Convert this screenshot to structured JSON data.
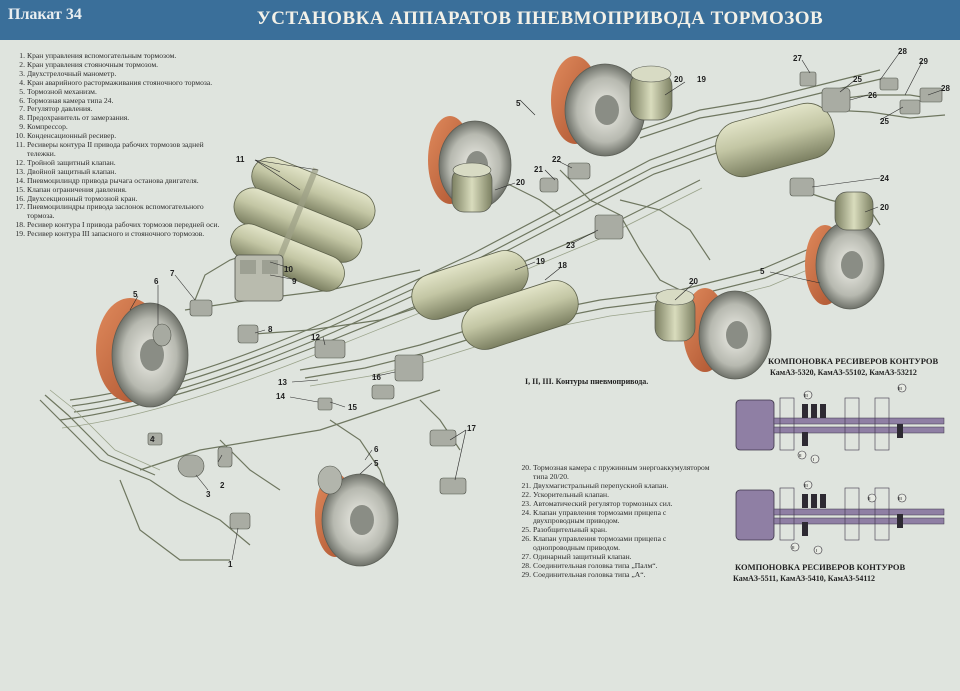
{
  "poster": {
    "number": "Плакат 34",
    "title": "УСТАНОВКА АППАРАТОВ ПНЕВМОПРИВОДА ТОРМОЗОВ"
  },
  "legend_left": [
    {
      "num": "1.",
      "text": "Кран управления вспомогательным тормозом."
    },
    {
      "num": "2.",
      "text": "Кран управления стояночным тормозом."
    },
    {
      "num": "3.",
      "text": "Двухстрелочный манометр."
    },
    {
      "num": "4.",
      "text": "Кран аварийного растормаживания стояночного тормоза."
    },
    {
      "num": "5.",
      "text": "Тормозной механизм."
    },
    {
      "num": "6.",
      "text": "Тормозная камера типа 24."
    },
    {
      "num": "7.",
      "text": "Регулятор давления."
    },
    {
      "num": "8.",
      "text": "Предохранитель от замерзания."
    },
    {
      "num": "9.",
      "text": "Компрессор."
    },
    {
      "num": "10.",
      "text": "Конденсационный ресивер."
    },
    {
      "num": "11.",
      "text": "Ресиверы контура II привода рабочих тормозов задней тележки."
    },
    {
      "num": "12.",
      "text": "Тройной защитный клапан."
    },
    {
      "num": "13.",
      "text": "Двойной защитный клапан."
    },
    {
      "num": "14.",
      "text": "Пневмоцилиндр привода рычага останова двигателя."
    },
    {
      "num": "15.",
      "text": "Клапан ограничения давления."
    },
    {
      "num": "16.",
      "text": "Двухсекционный тормозной кран."
    },
    {
      "num": "17.",
      "text": "Пневмоцилиндры привода заслонок вспомогательного тормоза."
    },
    {
      "num": "18.",
      "text": "Ресивер контура I привода рабочих тормозов передней оси."
    },
    {
      "num": "19.",
      "text": "Ресивер контура III запасного и стояночного тормозов."
    }
  ],
  "legend_bottom": [
    {
      "num": "20.",
      "text": "Тормозная камера с пружинным энергоаккумулятором типа 20/20."
    },
    {
      "num": "21.",
      "text": "Двухмагистральный перепускной клапан."
    },
    {
      "num": "22.",
      "text": "Ускорительный клапан."
    },
    {
      "num": "23.",
      "text": "Автоматический регулятор тормозных сил."
    },
    {
      "num": "24.",
      "text": "Клапан управления тормозами прицепа с двухпроводным приводом."
    },
    {
      "num": "25.",
      "text": "Разобщительный кран."
    },
    {
      "num": "26.",
      "text": "Клапан управления тормозами прицепа с однопроводным приводом."
    },
    {
      "num": "27.",
      "text": "Одинарный защитный клапан."
    },
    {
      "num": "28.",
      "text": "Соединительная головка типа „Палм“."
    },
    {
      "num": "29.",
      "text": "Соединительная головка типа „А“."
    }
  ],
  "contours_note": "I, II, III. Контуры пневмопривода.",
  "layout_top": {
    "title": "КОМПОНОВКА РЕСИВЕРОВ КОНТУРОВ",
    "models": "КамАЗ-5320,   КамАЗ-55102,   КамАЗ-53212"
  },
  "layout_bottom": {
    "title": "КОМПОНОВКА РЕСИВЕРОВ КОНТУРОВ",
    "models": "КамАЗ-5511,   КамАЗ-5410,   КамАЗ-54112"
  },
  "callouts": {
    "c1": "1",
    "c2": "2",
    "c3": "3",
    "c4": "4",
    "c5a": "5",
    "c5b": "5",
    "c5c": "5",
    "c5d": "5",
    "c5e": "5",
    "c6a": "6",
    "c6b": "6",
    "c7": "7",
    "c8": "8",
    "c9": "9",
    "c10": "10",
    "c11": "11",
    "c12": "12",
    "c13": "13",
    "c14": "14",
    "c15": "15",
    "c16": "16",
    "c17": "17",
    "c18": "18",
    "c19a": "19",
    "c19b": "19",
    "c20a": "20",
    "c20b": "20",
    "c20c": "20",
    "c20d": "20",
    "c21": "21",
    "c22": "22",
    "c23": "23",
    "c24": "24",
    "c25a": "25",
    "c25b": "25",
    "c26": "26",
    "c27": "27",
    "c28a": "28",
    "c28b": "28",
    "c29": "29"
  },
  "scheme_marks": {
    "t_i1": "I",
    "t_ii1": "II",
    "t_iii1": "III",
    "t_ii2": "II",
    "t_iii2": "III",
    "b_ii1": "II",
    "b_iii1": "III",
    "b_i1": "I",
    "b_iii2": "III",
    "b_ii2": "II"
  },
  "colors": {
    "header": "#3a6f9a",
    "background": "#dfe4de",
    "brake_lining": "#c9693f",
    "receiver": "#c3c6a4",
    "scheme_fill": "#8f7fa4"
  }
}
